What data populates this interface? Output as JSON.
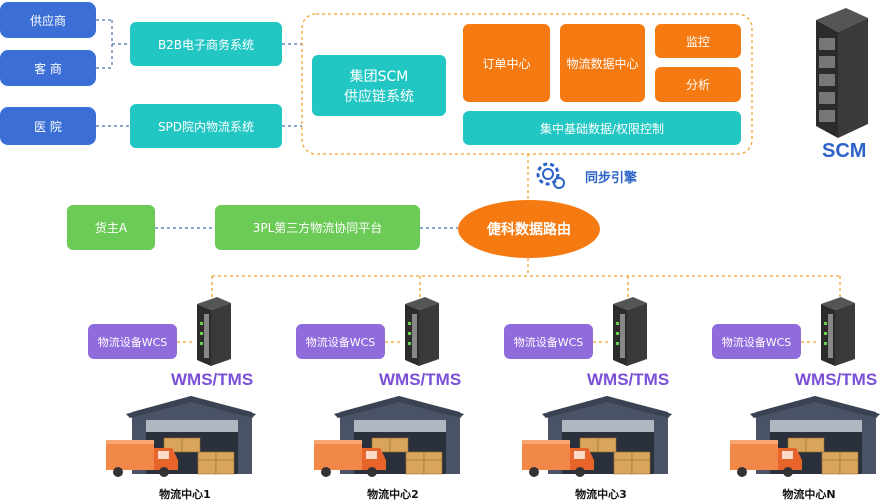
{
  "left_nodes": {
    "supplier": "供应商",
    "customer": "客 商",
    "hospital": "医 院"
  },
  "systems": {
    "b2b": "B2B电子商务系统",
    "spd": "SPD院内物流系统"
  },
  "scm_core": {
    "group_scm_line1": "集团SCM",
    "group_scm_line2": "供应链系统",
    "order_center": "订单中心",
    "logistics_data_center": "物流数据中心",
    "monitor": "监控",
    "analysis": "分析",
    "base_data": "集中基础数据/权限控制"
  },
  "scm_label": "SCM",
  "sync_engine": "同步引擎",
  "router": "倢科数据路由",
  "owner": "货主A",
  "tpl_platform": "3PL第三方物流协同平台",
  "branches": [
    {
      "wcs": "物流设备WCS",
      "wms": "WMS/TMS",
      "center": "物流中心1"
    },
    {
      "wcs": "物流设备WCS",
      "wms": "WMS/TMS",
      "center": "物流中心2"
    },
    {
      "wcs": "物流设备WCS",
      "wms": "WMS/TMS",
      "center": "物流中心3"
    },
    {
      "wcs": "物流设备WCS",
      "wms": "WMS/TMS",
      "center": "物流中心N"
    }
  ],
  "colors": {
    "blue": "#3b6fd6",
    "teal": "#22c7c4",
    "orange": "#f57a12",
    "green": "#6ccb57",
    "purple": "#8f6bdc",
    "connector_orange": "#f0a030",
    "connector_blue": "#4a6fb0"
  },
  "icons": [
    "server-icon",
    "gear-sync-icon",
    "warehouse-icon",
    "truck-icon",
    "cargo-boxes-icon"
  ]
}
